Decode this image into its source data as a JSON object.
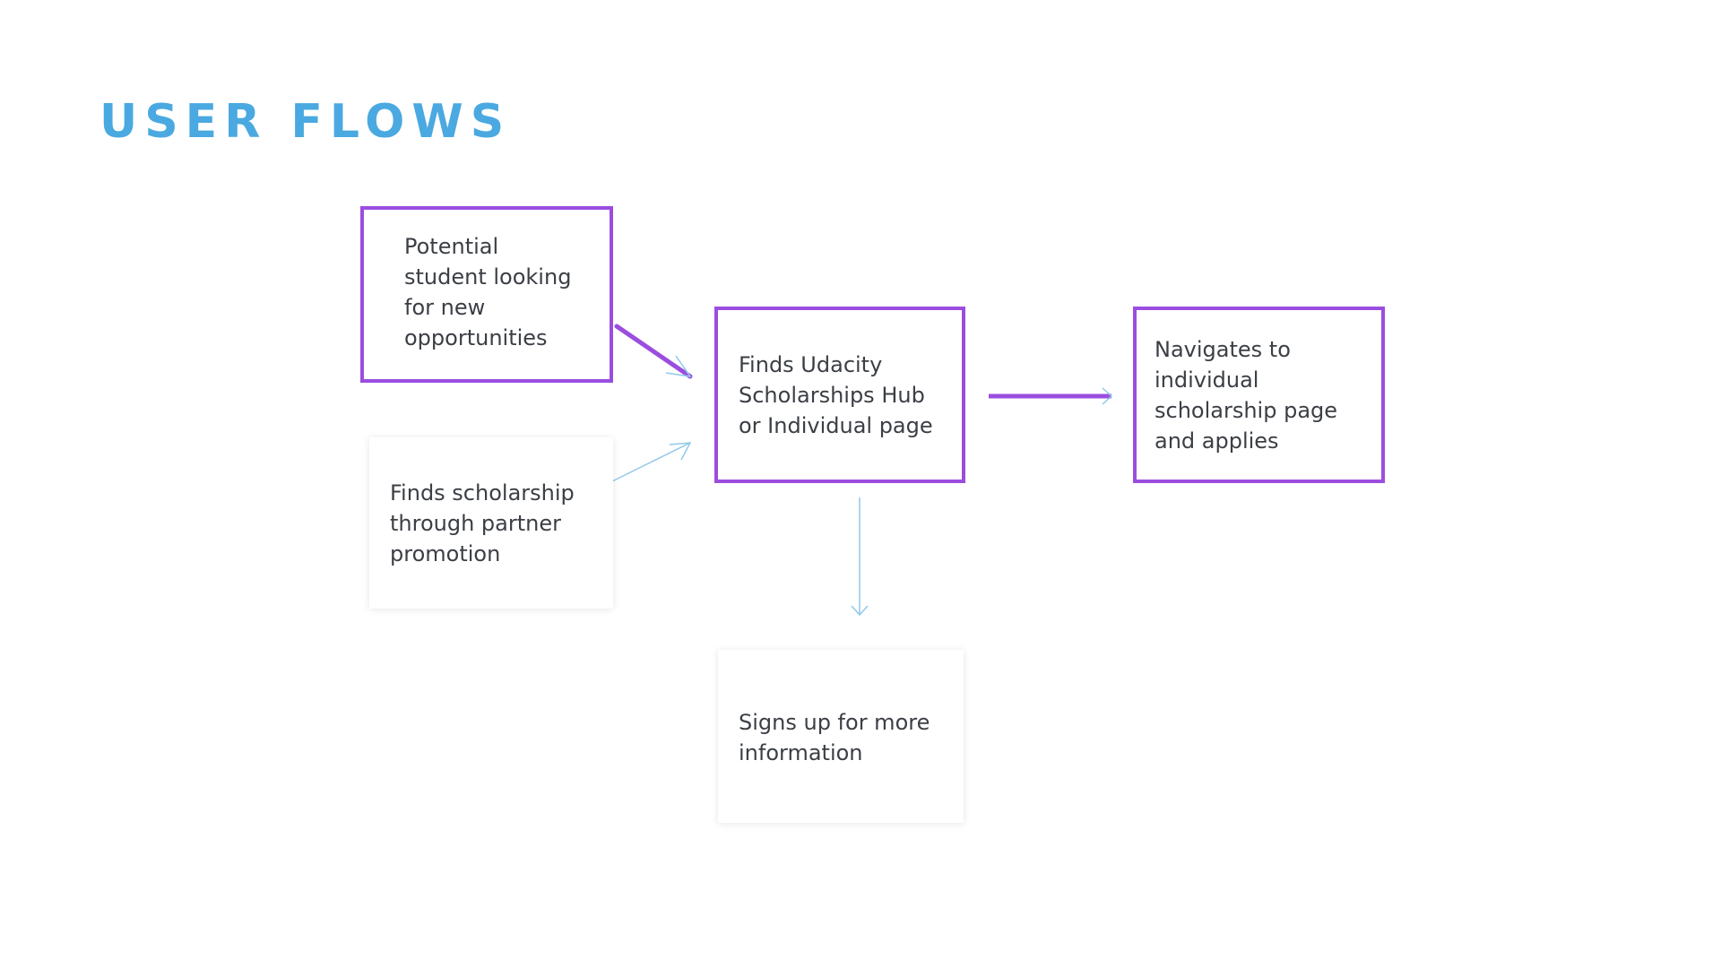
{
  "title": "USER FLOWS",
  "colors": {
    "title": "#4aa9e0",
    "primary_border": "#9b4de0",
    "primary_arrow": "#9b4de0",
    "secondary_arrow": "#8fc9ea",
    "text": "#3b3f45"
  },
  "nodes": {
    "potential_student": {
      "style": "primary",
      "lines": [
        "Potential",
        "student looking",
        "for new",
        "opportunities"
      ]
    },
    "partner_promotion": {
      "style": "secondary",
      "lines": [
        "Finds scholarship",
        "through partner",
        "promotion"
      ]
    },
    "finds_hub": {
      "style": "primary",
      "lines": [
        "Finds Udacity",
        "Scholarships Hub",
        "or Individual page"
      ]
    },
    "navigates_applies": {
      "style": "primary",
      "lines": [
        "Navigates to",
        "individual",
        "scholarship page",
        "and applies"
      ]
    },
    "signs_up": {
      "style": "secondary",
      "lines": [
        "Signs up for more",
        "information"
      ]
    }
  },
  "edges": [
    {
      "from": "potential_student",
      "to": "finds_hub",
      "style": "primary"
    },
    {
      "from": "partner_promotion",
      "to": "finds_hub",
      "style": "secondary"
    },
    {
      "from": "finds_hub",
      "to": "navigates_applies",
      "style": "primary"
    },
    {
      "from": "finds_hub",
      "to": "signs_up",
      "style": "secondary"
    }
  ]
}
